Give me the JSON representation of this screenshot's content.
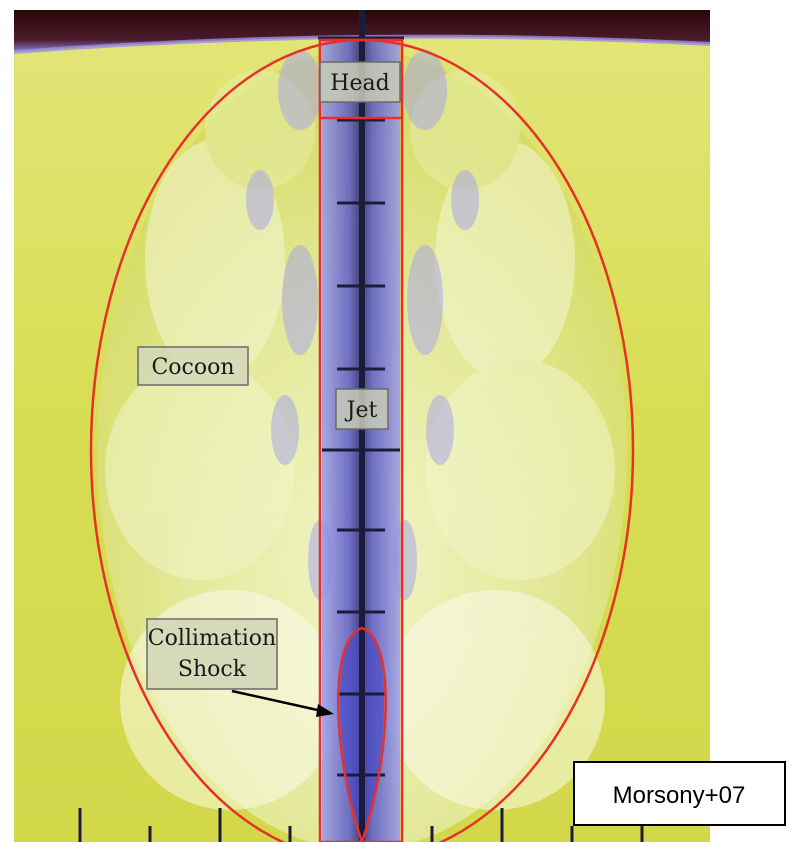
{
  "labels": {
    "head": "Head",
    "cocoon": "Cocoon",
    "jet": "Jet",
    "collimation_line1": "Collimation",
    "collimation_line2": "Shock"
  },
  "citation": "Morsony+07",
  "colors": {
    "ambient": "#dfe35a",
    "cocoon": "#eef2a8",
    "jet": "#6f6fd6",
    "jet_core": "#1e1e5a",
    "outline": "#e8302a",
    "top_band": "#3b0d12"
  }
}
